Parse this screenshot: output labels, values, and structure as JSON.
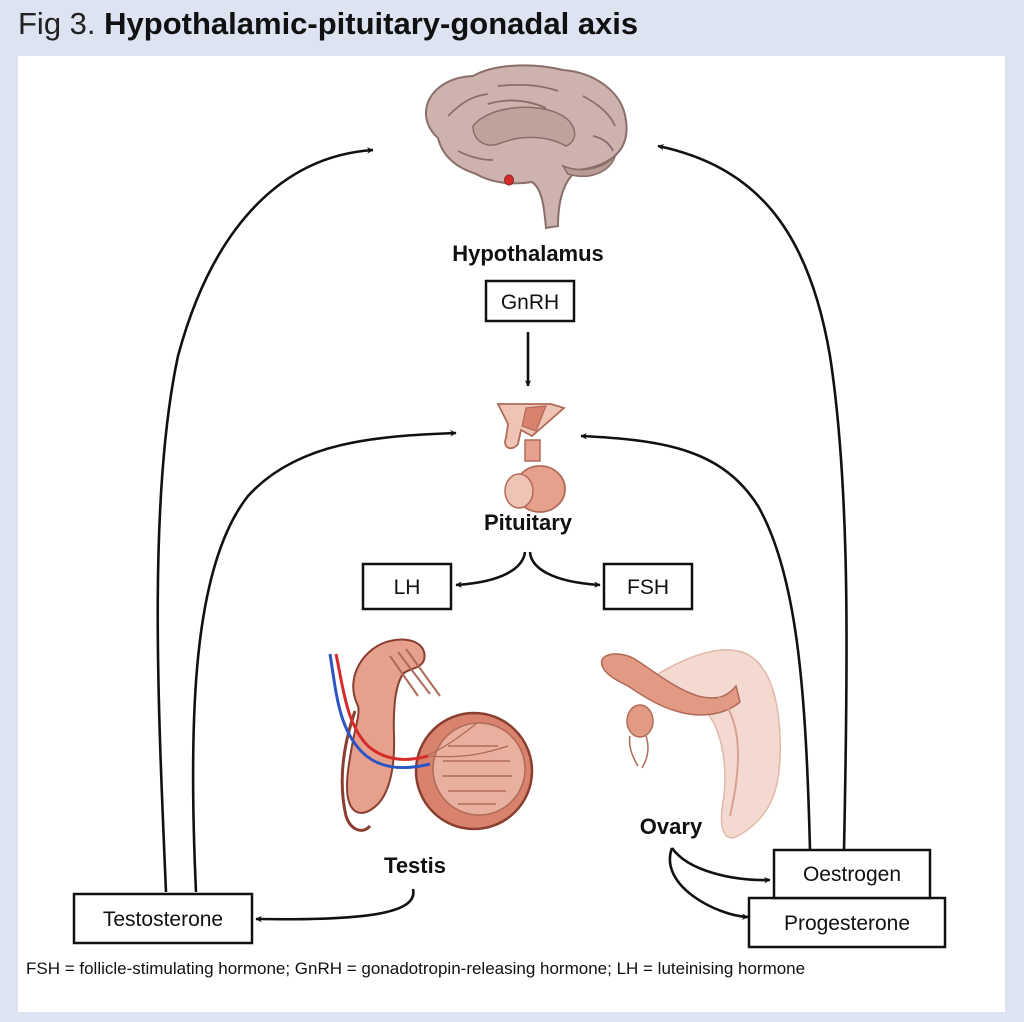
{
  "figure": {
    "number": "Fig 3.",
    "title": "Hypothalamic-pituitary-gonadal axis"
  },
  "labels": {
    "hypothalamus": "Hypothalamus",
    "pituitary": "Pituitary",
    "testis": "Testis",
    "ovary": "Ovary"
  },
  "boxes": {
    "gnrh": "GnRH",
    "lh": "LH",
    "fsh": "FSH",
    "testosterone": "Testosterone",
    "oestrogen": "Oestrogen",
    "progesterone": "Progesterone"
  },
  "footnote": "FSH = follicle-stimulating hormone; GnRH = gonadotropin-releasing hormone; LH = luteinising hormone",
  "colors": {
    "background": "#dde3f1",
    "panel": "#ffffff",
    "brain": "#cdb2ad",
    "tissue": "#d9826d",
    "artery": "#d62b2b",
    "vein": "#2b55c4"
  }
}
